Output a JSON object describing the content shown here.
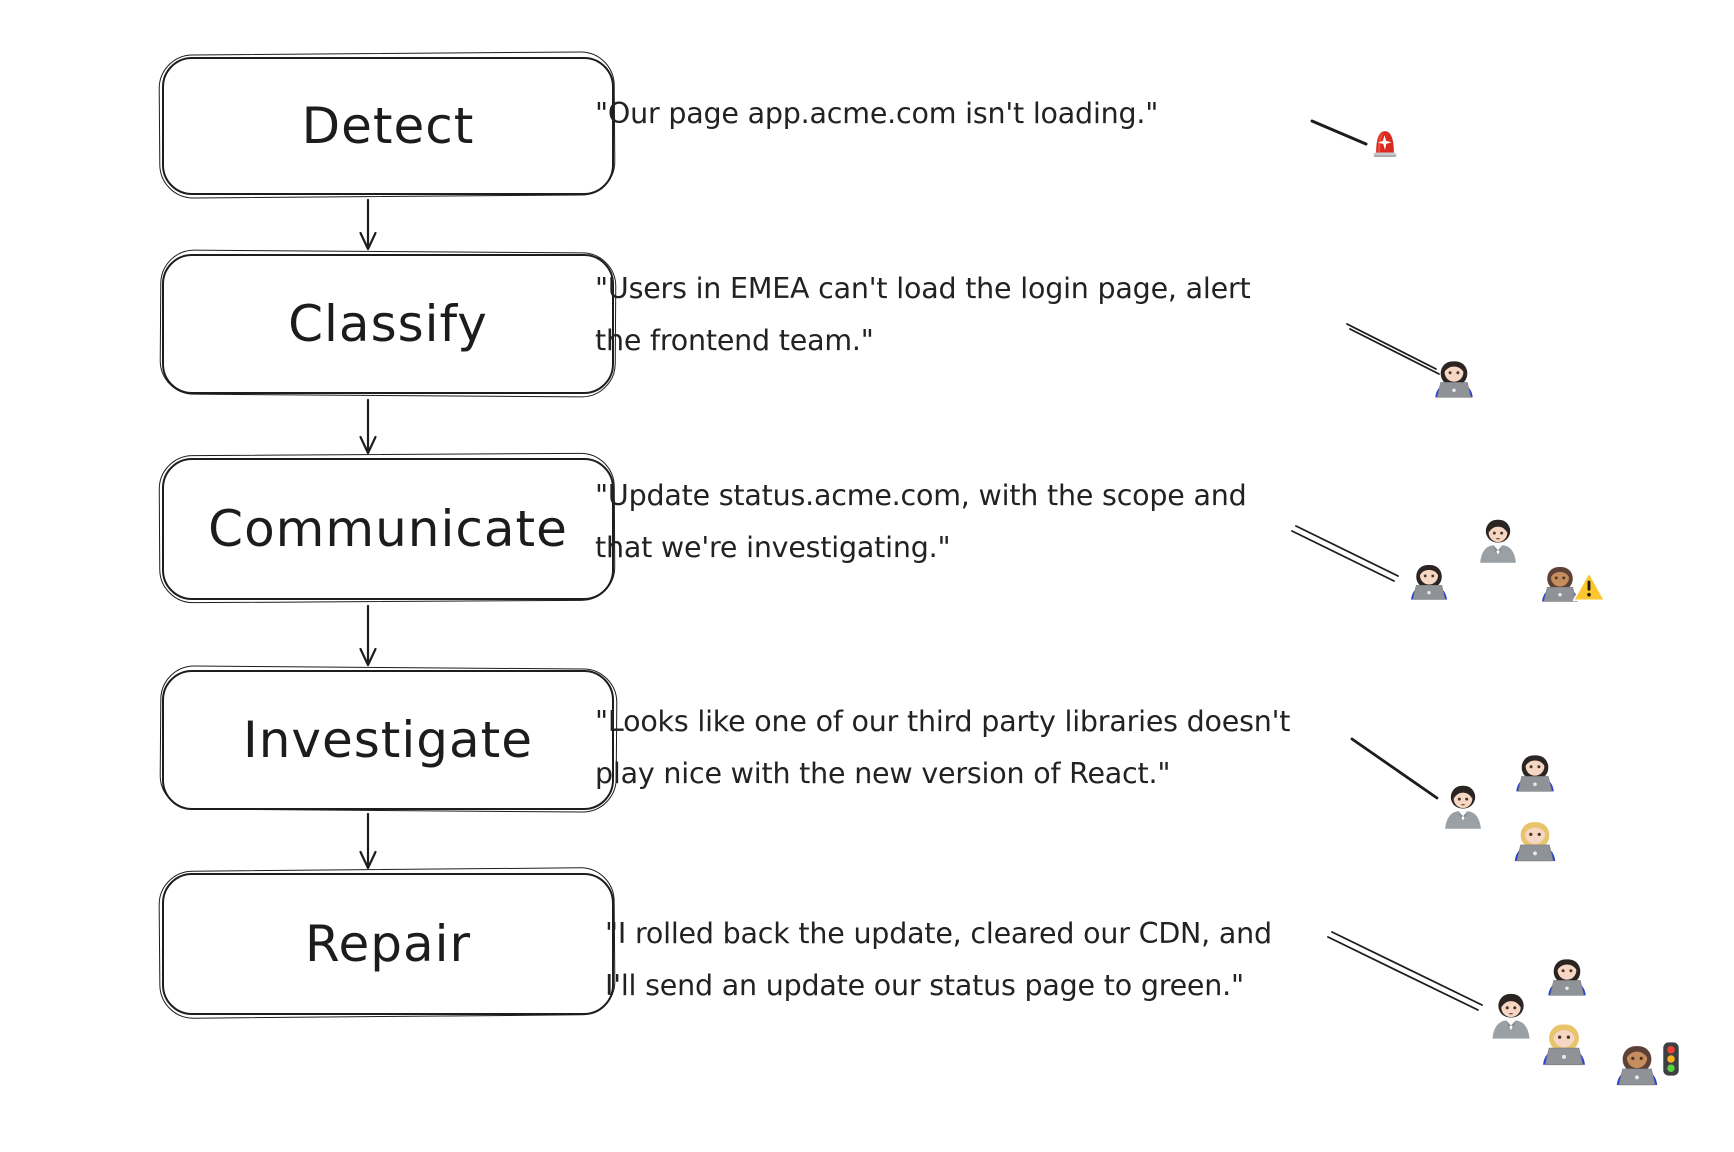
{
  "diagram": {
    "title_implied": "Incident response flow",
    "steps": [
      {
        "label": "Detect",
        "quote": {
          "lines": [
            "\"Our page app.acme.com isn't loading.\""
          ]
        },
        "emoji_icons": [
          "police-car-light"
        ]
      },
      {
        "label": "Classify",
        "quote": {
          "lines": [
            "\"Users in EMEA can't load the login page, alert",
            "the frontend team.\""
          ]
        },
        "emoji_icons": [
          "woman-technologist"
        ]
      },
      {
        "label": "Communicate",
        "quote": {
          "lines": [
            "\"Update status.acme.com, with the scope and",
            "that we're investigating.\""
          ]
        },
        "emoji_icons": [
          "woman-technologist",
          "office-worker",
          "man-technologist-medium-skin",
          "warning-sign"
        ]
      },
      {
        "label": "Investigate",
        "quote": {
          "lines": [
            "\"Looks like one of our third party libraries doesn't",
            "play nice with the new version of React.\""
          ]
        },
        "emoji_icons": [
          "office-worker",
          "woman-technologist",
          "blonde-woman-technologist"
        ]
      },
      {
        "label": "Repair",
        "quote": {
          "lines": [
            "\"I rolled back the update, cleared our CDN, and",
            "I'll send an update our status page to green.\""
          ]
        },
        "emoji_icons": [
          "office-worker",
          "woman-technologist",
          "blonde-woman-technologist",
          "man-technologist-medium-skin",
          "traffic-light"
        ]
      }
    ]
  },
  "colors": {
    "ink": "#1d1d1d",
    "quote_text": "#222222",
    "siren_red": "#d92a20",
    "warning_yellow": "#fdc62e",
    "traffic_red": "#ee4035",
    "traffic_amber": "#f8b11b",
    "traffic_green": "#57d243",
    "laptop_gray": "#8f9296",
    "shirt_blue": "#2a41cf",
    "suit_gray": "#9aa0a3",
    "skin_light": "#f6d7c4",
    "skin_medium": "#c68d5e",
    "hair_dark": "#2a2422",
    "hair_blonde": "#e8c56d",
    "hair_brown": "#5d4037"
  }
}
